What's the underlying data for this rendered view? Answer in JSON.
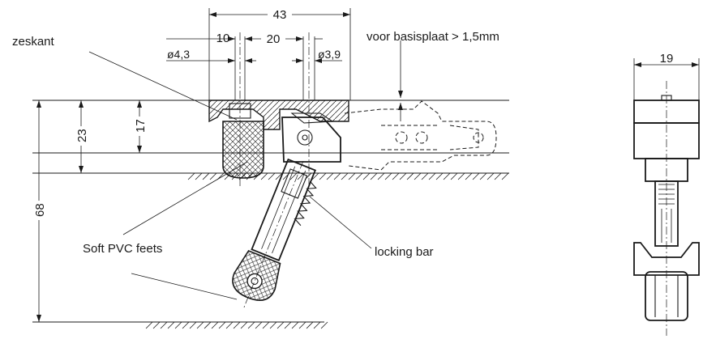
{
  "labels": {
    "zeskant": "zeskant",
    "basisplaat": "voor basisplaat > 1,5mm",
    "soft_pvc": "Soft PVC feets",
    "locking_bar": "locking bar"
  },
  "dimensions": {
    "overall_width": "43",
    "d10": "10",
    "d20": "20",
    "dia_43": "ø4,3",
    "dia_39": "ø3,9",
    "h23": "23",
    "h17": "17",
    "h68": "68",
    "side_width": "19"
  },
  "colors": {
    "line": "#1a1a1a",
    "background": "#ffffff"
  }
}
